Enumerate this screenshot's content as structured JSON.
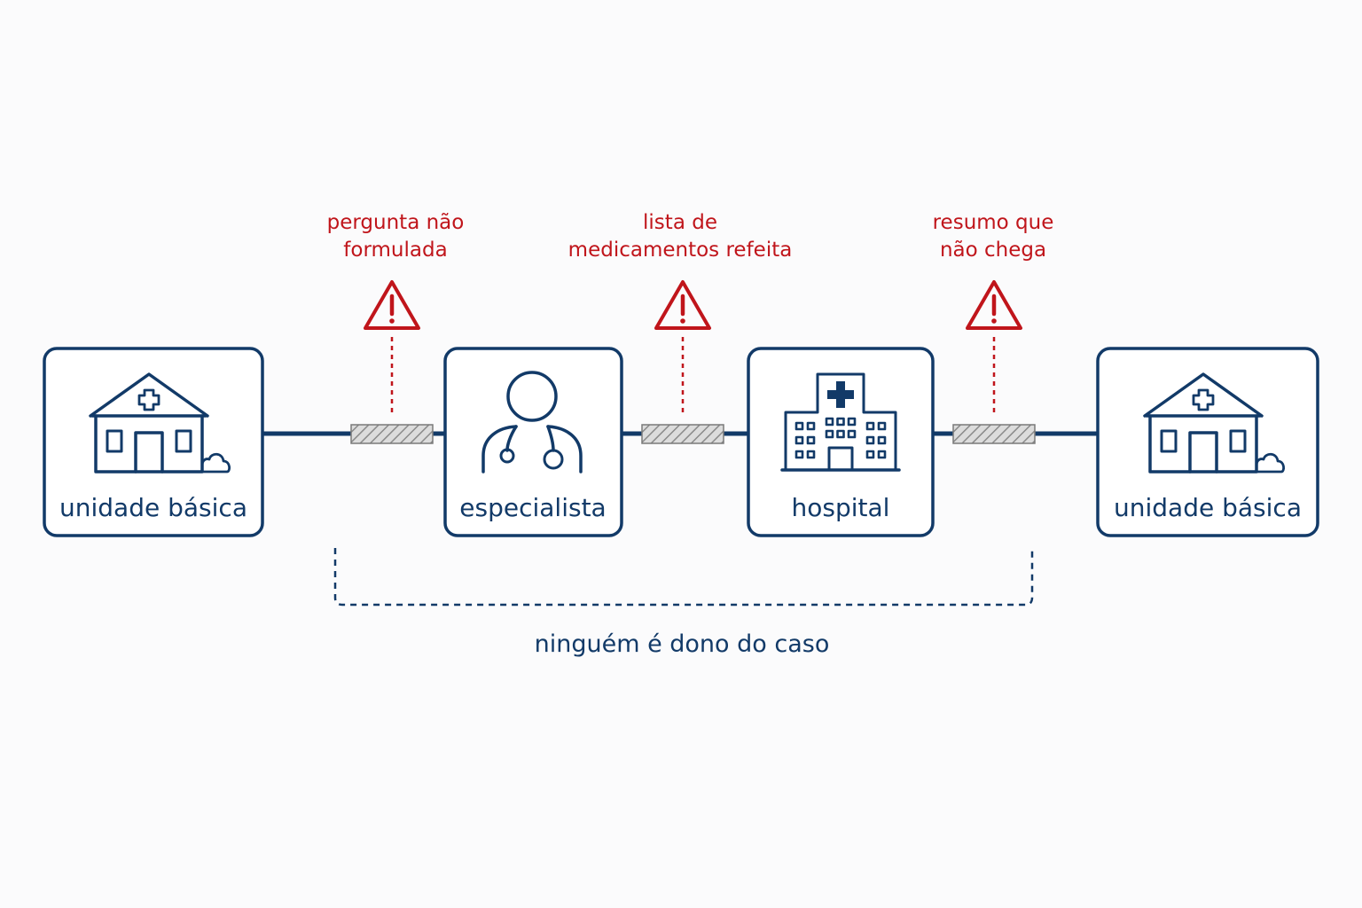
{
  "colors": {
    "primary": "#123a68",
    "warning": "#c0151b",
    "background": "#fbfbfc",
    "gap_fill": "#dcdcdc"
  },
  "nodes": [
    {
      "label": "unidade básica",
      "icon": "health-clinic-icon"
    },
    {
      "label": "especialista",
      "icon": "doctor-stethoscope-icon"
    },
    {
      "label": "hospital",
      "icon": "hospital-icon"
    },
    {
      "label": "unidade básica",
      "icon": "health-clinic-icon"
    }
  ],
  "warnings": [
    {
      "line1": "pergunta não",
      "line2": "formulada",
      "icon": "warning-triangle-icon"
    },
    {
      "line1": "lista de",
      "line2": "medicamentos refeita",
      "icon": "warning-triangle-icon"
    },
    {
      "line1": "resumo que",
      "line2": "não chega",
      "icon": "warning-triangle-icon"
    }
  ],
  "footer": {
    "label": "ninguém é dono do caso"
  }
}
